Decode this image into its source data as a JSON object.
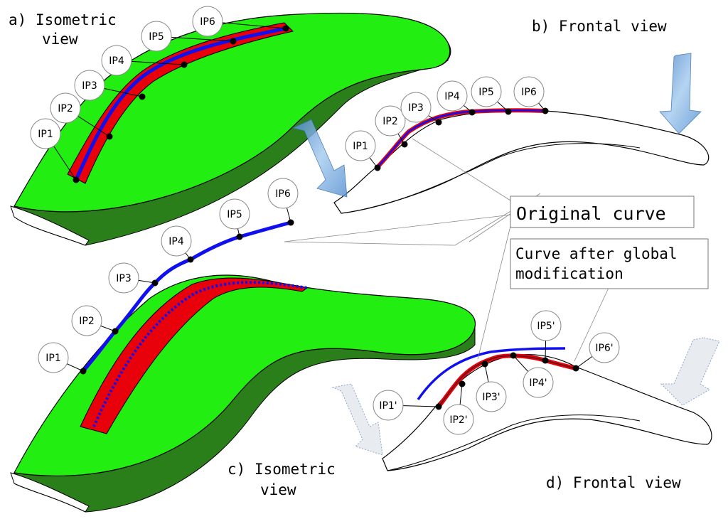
{
  "panels": {
    "a": {
      "caption_line1": "a) Isometric",
      "caption_line2": "view"
    },
    "b": {
      "caption": "b) Frontal view"
    },
    "c": {
      "caption_line1": "c) Isometric",
      "caption_line2": "view"
    },
    "d": {
      "caption": "d) Frontal view"
    }
  },
  "callouts": {
    "original_curve": "Original curve",
    "modified_curve_line1": "Curve after global",
    "modified_curve_line2": "modification"
  },
  "points": {
    "panel_a": [
      "IP1",
      "IP2",
      "IP3",
      "IP4",
      "IP5",
      "IP6"
    ],
    "panel_b": [
      "IP1",
      "IP2",
      "IP3",
      "IP4",
      "IP5",
      "IP6"
    ],
    "curve_mid": [
      "IP1",
      "IP2",
      "IP3",
      "IP4",
      "IP5",
      "IP6"
    ],
    "panel_d": [
      "IP1'",
      "IP2'",
      "IP3'",
      "IP4'",
      "IP5'",
      "IP6'"
    ]
  },
  "colors": {
    "surface_top": "#22ee11",
    "surface_side": "#2a7f1a",
    "red_band": "#e8000b",
    "blue_curve": "#1010ee",
    "arrow_fill": "#6fa8dc",
    "arrow_faded": "#e8ecf0"
  }
}
